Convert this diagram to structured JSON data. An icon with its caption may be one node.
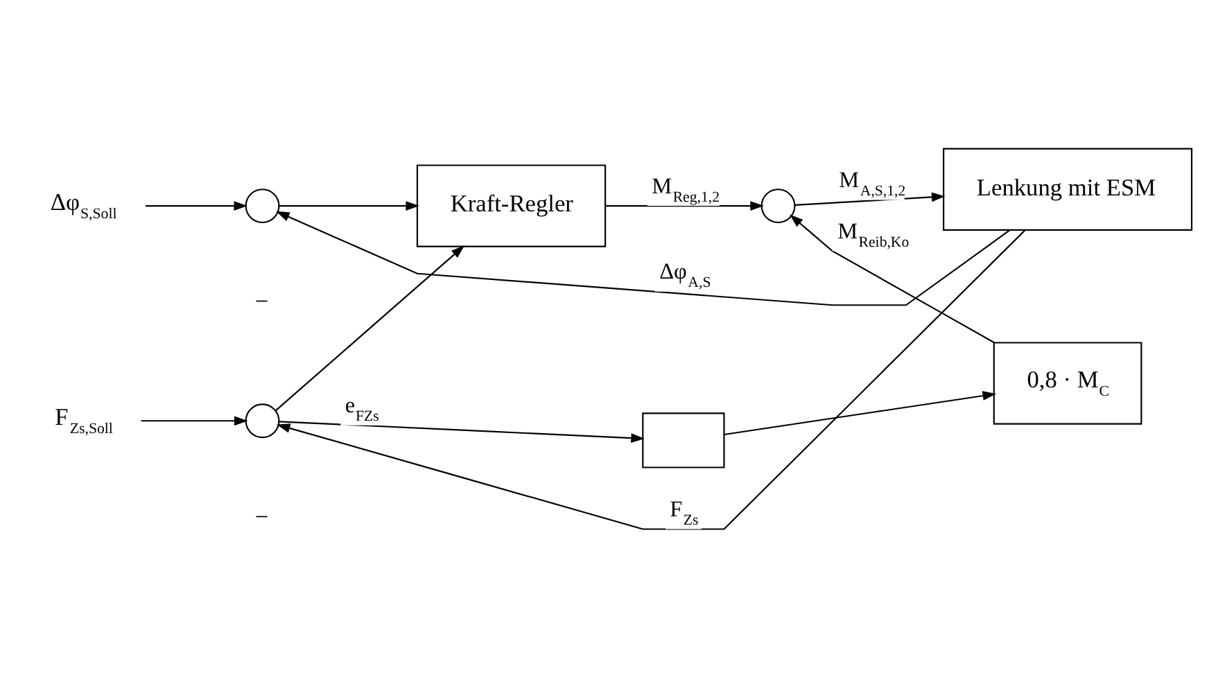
{
  "diagram": {
    "nodes": [
      {
        "text": [
          "Δφ$_{S,Soll}$"
        ]
      },
      {
        "text": [
          "F$_{Zs,Soll}$"
        ]
      },
      {
        "text": [],
        "shape": "circle",
        "beside": [
          "−"
        ]
      },
      {
        "text": [],
        "shape": "circle",
        "beside": [
          "−"
        ]
      },
      {
        "text": [
          "Kraft-Regler"
        ]
      },
      {
        "text": [],
        "shape": "box"
      },
      {
        "text": [
          "0,8 · M$_{C}$"
        ]
      },
      {
        "text": [],
        "shape": "circle"
      },
      {
        "text": [
          "Lenkung mit ESM"
        ]
      }
    ],
    "edges": [
      {
        "from": 0,
        "to": 2,
        "arrow": "to"
      },
      {
        "from": 1,
        "to": 3,
        "arrow": "to"
      },
      {
        "from": 2,
        "to": 4,
        "arrow": "to"
      },
      {
        "from": 3,
        "to": 4,
        "arrow": "to"
      },
      {
        "from": 3,
        "to": 5,
        "arrow": "to",
        "label": "e$_{FZs}$"
      },
      {
        "from": 5,
        "to": 6,
        "arrow": "to"
      },
      {
        "from": 4,
        "to": 7,
        "arrow": "to",
        "label": "M$_{Reg,1,2}$"
      },
      {
        "from": 6,
        "to": 7,
        "arrow": "to",
        "label": "M$_{Reib,Ko}$"
      },
      {
        "from": 7,
        "to": 8,
        "arrow": "to",
        "label": "M$_{A,S,1,2}$"
      },
      {
        "from": 8,
        "to": 3,
        "arrow": "to",
        "label": "F$_{Zs}$"
      },
      {
        "from": 8,
        "to": 2,
        "arrow": "to",
        "label": "Δφ$_{A,S}$"
      }
    ]
  }
}
